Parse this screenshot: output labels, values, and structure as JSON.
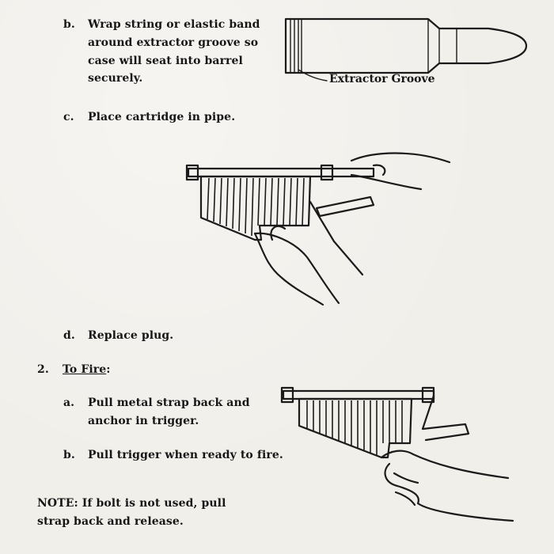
{
  "step_b_wrap": {
    "letter": "b.",
    "lines": [
      "Wrap string or elastic band",
      "around extractor groove so",
      "case will seat into barrel",
      "securely."
    ]
  },
  "cartridge_caption": "Extractor Groove",
  "step_c": {
    "letter": "c.",
    "text": "Place cartridge in pipe."
  },
  "step_d": {
    "letter": "d.",
    "text": "Replace plug."
  },
  "section_2": {
    "number": "2.",
    "title": "To Fire",
    "colon": ":"
  },
  "step_a_fire": {
    "letter": "a.",
    "lines": [
      "Pull metal strap back and",
      "anchor in trigger."
    ]
  },
  "step_b_fire": {
    "letter": "b.",
    "text": "Pull trigger when ready to fire."
  },
  "note": {
    "lines": [
      "NOTE:  If bolt is not used, pull",
      "strap back and release."
    ]
  },
  "colors": {
    "paper": "#f1efea",
    "ink": "#1b1b1b"
  }
}
